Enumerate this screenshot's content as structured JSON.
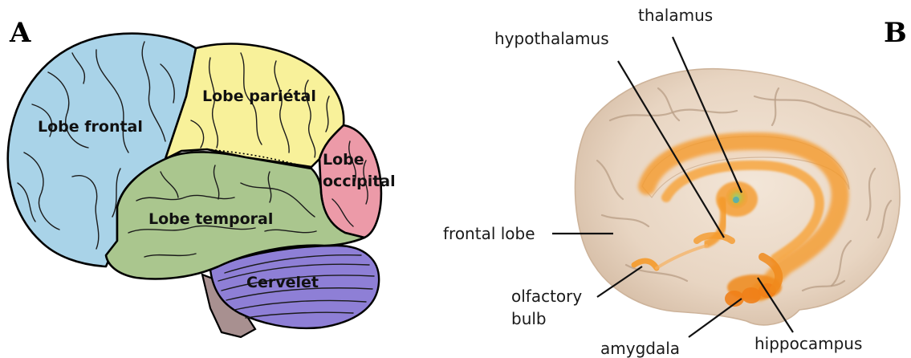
{
  "panel_a": {
    "letter": "A",
    "labels": {
      "frontal": "Lobe frontal",
      "parietal": "Lobe pariétal",
      "occipital_1": "Lobe",
      "occipital_2": "occipital",
      "temporal": "Lobe temporal",
      "cerebellum": "Cervelet"
    },
    "colors": {
      "frontal": "#a9d3e8",
      "parietal": "#f8f19a",
      "occipital": "#ec9aa8",
      "temporal": "#aac68e",
      "cerebellum": "#8e7fd6",
      "brainstem": "#a89090"
    }
  },
  "panel_b": {
    "letter": "B",
    "labels": {
      "thalamus": "thalamus",
      "hypothalamus": "hypothalamus",
      "frontal_lobe": "frontal lobe",
      "olfactory_1": "olfactory",
      "olfactory_2": "bulb",
      "amygdala": "amygdala",
      "hippocampus": "hippocampus"
    },
    "colors": {
      "brain": "#ead9c8",
      "limbic": "#f59a2a",
      "thalamus_core": "#7fbf6a"
    }
  }
}
